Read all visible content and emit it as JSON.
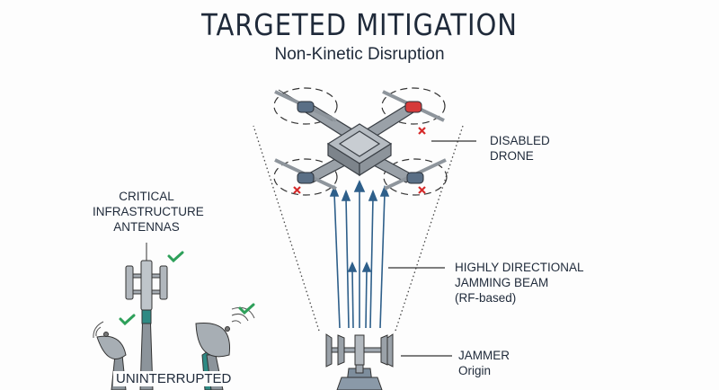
{
  "header": {
    "title": "TARGETED MITIGATION",
    "subtitle": "Non-Kinetic Disruption"
  },
  "labels": {
    "drone": [
      "DISABLED",
      "DRONE"
    ],
    "beam": [
      "HIGHLY DIRECTIONAL",
      "JAMMING BEAM",
      "(RF-based)"
    ],
    "jammer": [
      "JAMMER",
      "Origin"
    ],
    "infrastructure": [
      "CRITICAL",
      "INFRASTRUCTURE",
      "ANTENNAS"
    ],
    "status": "UNINTERRUPTED"
  },
  "colors": {
    "text": "#1f2a3a",
    "beam": "#2e5f8a",
    "check": "#2ea05a",
    "disabled": "#d62b2b",
    "metal": "#9aa1a8",
    "teal": "#2e8a84"
  }
}
